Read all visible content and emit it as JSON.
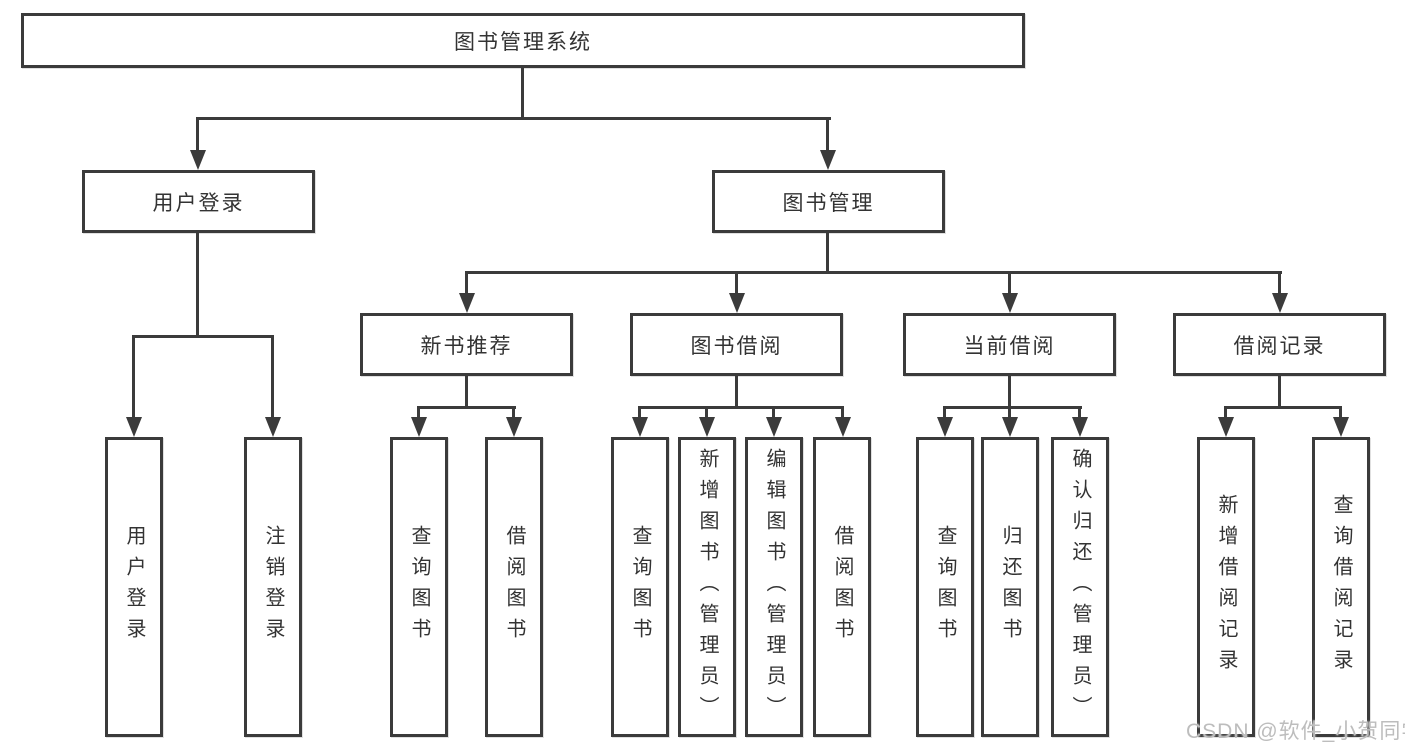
{
  "tree": {
    "root": {
      "label": "图书管理系统"
    },
    "branches": [
      {
        "label": "用户登录",
        "children": [
          {
            "label": "用户登录"
          },
          {
            "label": "注销登录"
          }
        ]
      },
      {
        "label": "图书管理",
        "children": [
          {
            "label": "新书推荐",
            "children": [
              {
                "label": "查询图书"
              },
              {
                "label": "借阅图书"
              }
            ]
          },
          {
            "label": "图书借阅",
            "children": [
              {
                "label": "查询图书"
              },
              {
                "label": "新增图书（管理员）"
              },
              {
                "label": "编辑图书（管理员）"
              },
              {
                "label": "借阅图书"
              }
            ]
          },
          {
            "label": "当前借阅",
            "children": [
              {
                "label": "查询图书"
              },
              {
                "label": "归还图书"
              },
              {
                "label": "确认归还（管理员）"
              }
            ]
          },
          {
            "label": "借阅记录",
            "children": [
              {
                "label": "新增借阅记录"
              },
              {
                "label": "查询借阅记录"
              }
            ]
          }
        ]
      }
    ]
  },
  "watermark": {
    "text": "CSDN @软件_小贺同学",
    "color": "#bdbdbd"
  },
  "colors": {
    "line": "#3b3b3b",
    "box_background": "#ffffff",
    "text": "#333333"
  }
}
